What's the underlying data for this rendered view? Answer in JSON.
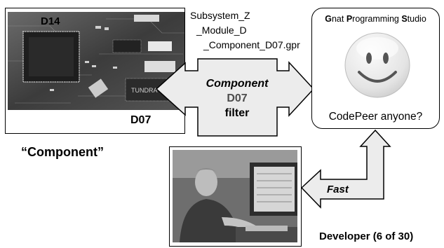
{
  "board": {
    "label_top": "D14",
    "label_bottom": "D07"
  },
  "project_path": {
    "line1": "Subsystem_Z",
    "line2": "_Module_D",
    "line3": "_Component_D07.gpr"
  },
  "gps": {
    "title_parts": [
      {
        "initial": "G",
        "rest": "nat "
      },
      {
        "initial": "P",
        "rest": "rogramming "
      },
      {
        "initial": "S",
        "rest": "tudio"
      }
    ],
    "bubble_text": "CodePeer anyone?"
  },
  "filter": {
    "line1": "Component",
    "line2": "D07",
    "line3": "filter"
  },
  "component_caption": "“Component”",
  "developer": {
    "arrow_label": "Fast",
    "caption": "Developer (6 of 30)"
  },
  "colors": {
    "arrow_fill": "#ececec",
    "smiley_face": "#e9e9e9",
    "d07_text": "#4d4d4d"
  }
}
